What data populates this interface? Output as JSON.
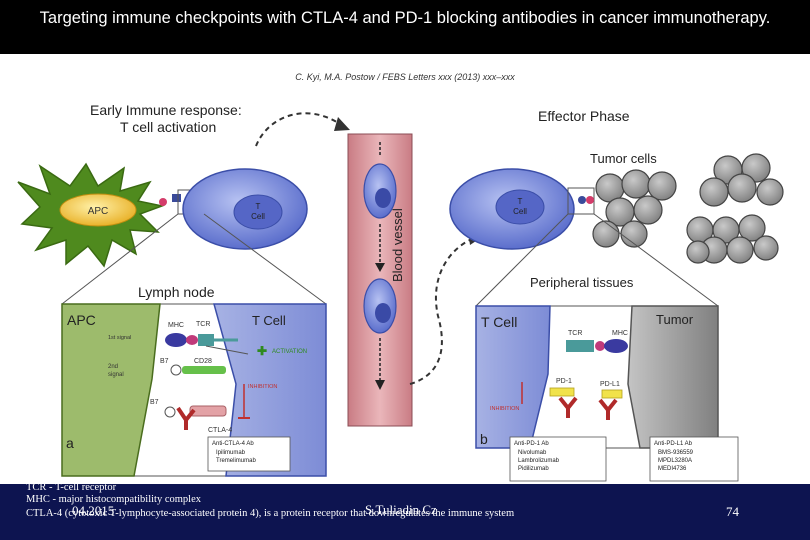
{
  "slide": {
    "title": "Targeting immune checkpoints with CTLA-4 and PD-1 blocking antibodies in cancer immunotherapy."
  },
  "figure": {
    "citation": "C. Kyi, M.A. Postow / FEBS Letters xxx (2013) xxx–xxx",
    "early_heading_1": "Early Immune response:",
    "early_heading_2": "T cell activation",
    "effector_heading": "Effector Phase",
    "tumor_cells_label": "Tumor cells",
    "apc_label": "APC",
    "t_cell_label_1": "T",
    "t_cell_label_2": "Cell",
    "blood_vessel_label": "Blood vessel",
    "lymph_node_label": "Lymph node",
    "peripheral_label": "Peripheral tissues",
    "panel_a": {
      "apc": "APC",
      "t_cell": "T Cell",
      "mhc": "MHC",
      "tcr": "TCR",
      "signal1": "1st signal",
      "signal2_1": "2nd",
      "signal2_2": "signal",
      "b7_top": "B7",
      "cd28": "CD28",
      "b7_bottom": "B7",
      "ctla4": "CTLA-4",
      "activation": "ACTIVATION",
      "inhibition": "INHIBITION",
      "letter": "a",
      "ab_title": "Anti-CTLA-4 Ab",
      "ab_items": [
        "Ipilimumab",
        "Tremelimumab"
      ]
    },
    "panel_b": {
      "t_cell": "T Cell",
      "tumor": "Tumor",
      "tcr": "TCR",
      "mhc": "MHC",
      "pd1": "PD-1",
      "pdl1": "PD-L1",
      "inhibition": "INHIBITION",
      "letter": "b",
      "ab1_title": "Anti-PD-1 Ab",
      "ab1_items": [
        "Nivolumab",
        "Lambrolizumab",
        "Pidilizumab"
      ],
      "ab2_title": "Anti-PD-L1 Ab",
      "ab2_items": [
        "BMS-936559",
        "MPDL3280A",
        "MEDI4736"
      ]
    }
  },
  "footer": {
    "line1": "TCR - T-cell receptor",
    "line2": "MHC - major histocompatibility complex",
    "line3": "CTLA-4 (cytotoxic T-lymphocyte-associated protein 4), is a protein receptor that downregulates the immune system",
    "date": "04.2015",
    "author": "S.Tuliadin Cz",
    "page": "74"
  },
  "colors": {
    "background": "#0d1450",
    "title_bar": "#000000",
    "tcell_blue": "#6d7fd6",
    "apc_green": "#4f8a1e",
    "apc_yellow": "#f2c12e",
    "vessel_pink": "#e3a2a6",
    "tumor_gray": "#8f8f8f",
    "activation_green": "#2e8a1e",
    "inhibition_red": "#c0302f"
  }
}
